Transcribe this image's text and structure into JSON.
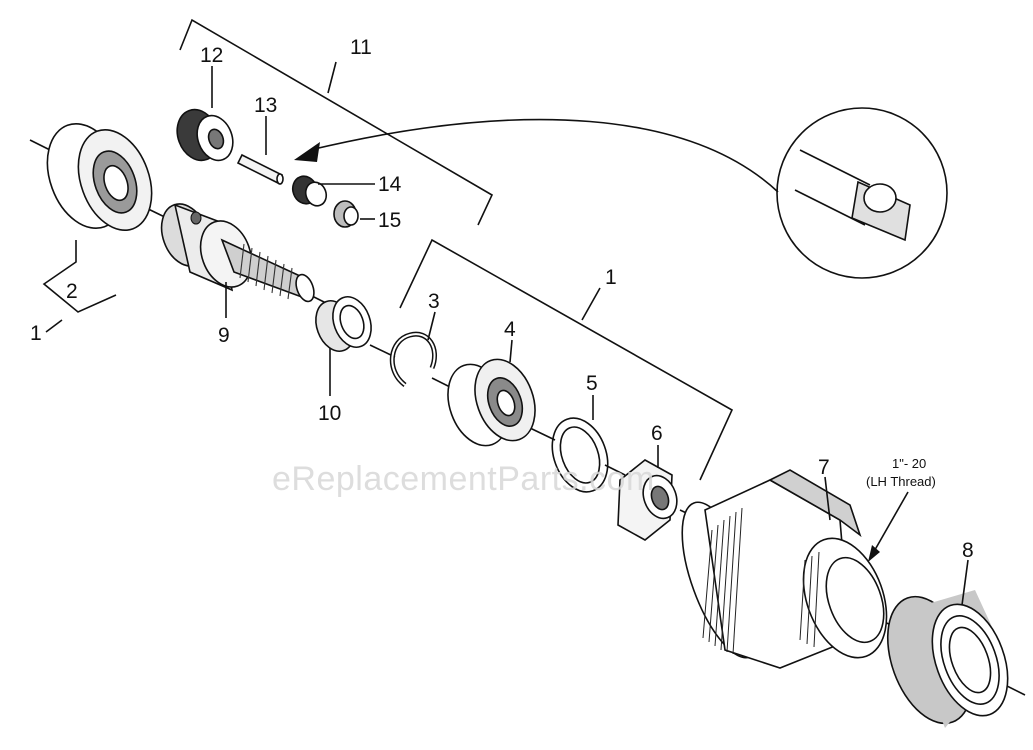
{
  "callouts": {
    "c1a": "1",
    "c1b": "1",
    "c2": "2",
    "c3": "3",
    "c4": "4",
    "c5": "5",
    "c6": "6",
    "c7": "7",
    "c8": "8",
    "c9": "9",
    "c10": "10",
    "c11": "11",
    "c12": "12",
    "c13": "13",
    "c14": "14",
    "c15": "15"
  },
  "thread_note": {
    "size": "1\"- 20",
    "type": "(LH Thread)"
  },
  "watermark": "eReplacementParts.com"
}
